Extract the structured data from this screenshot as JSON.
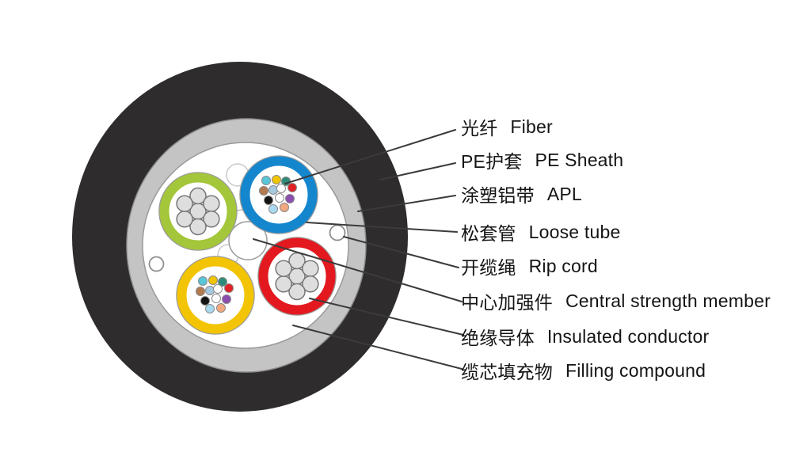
{
  "diagram": {
    "labels": [
      {
        "zh": "光纤",
        "en": "Fiber"
      },
      {
        "zh": "PE护套",
        "en": "PE Sheath"
      },
      {
        "zh": "涂塑铝带",
        "en": "APL"
      },
      {
        "zh": "松套管",
        "en": "Loose tube"
      },
      {
        "zh": "开缆绳",
        "en": "Rip cord"
      },
      {
        "zh": "中心加强件",
        "en": "Central strength member"
      },
      {
        "zh": "绝缘导体",
        "en": "Insulated conductor"
      },
      {
        "zh": "缆芯填充物",
        "en": "Filling compound"
      }
    ],
    "colors": {
      "sheath_black": "#2e2c2d",
      "apl_gray": "#c5c4c4",
      "core_white": "#ffffff",
      "tube_blue": "#1486cd",
      "tube_green": "#a4c63a",
      "tube_yellow": "#f3c403",
      "tube_red": "#e3191f",
      "conductor_gray": "#dedede",
      "leader_line": "#3b3b3b",
      "fibers": [
        "#56c6d8",
        "#f1c400",
        "#2e8b79",
        "#b3794f",
        "#a6c9e2",
        "#ffffff",
        "#e02024",
        "#141414",
        "#ffffff",
        "#8c4eae",
        "#a8d9ef",
        "#f1a77f"
      ]
    }
  }
}
